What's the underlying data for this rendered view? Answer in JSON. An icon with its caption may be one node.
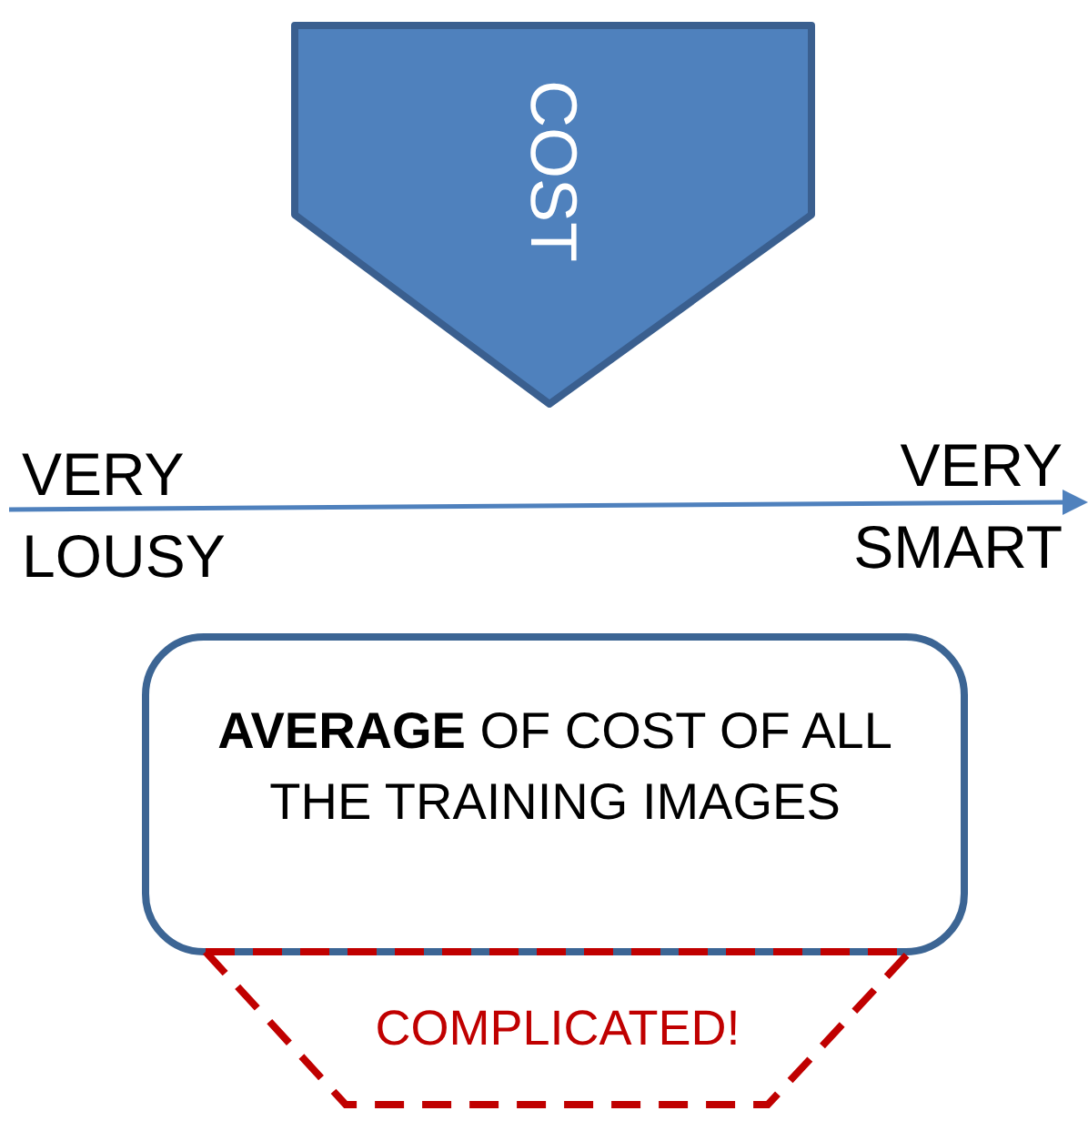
{
  "diagram": {
    "nodes": [
      {
        "text": [
          "COST"
        ]
      },
      {
        "text": [
          "**AVERAGE** OF COST OF ALL THE TRAINING IMAGES"
        ]
      },
      {
        "text": [
          "COMPLICATED!"
        ]
      }
    ],
    "labels": [
      "VERY LOUSY",
      "VERY SMART"
    ]
  }
}
